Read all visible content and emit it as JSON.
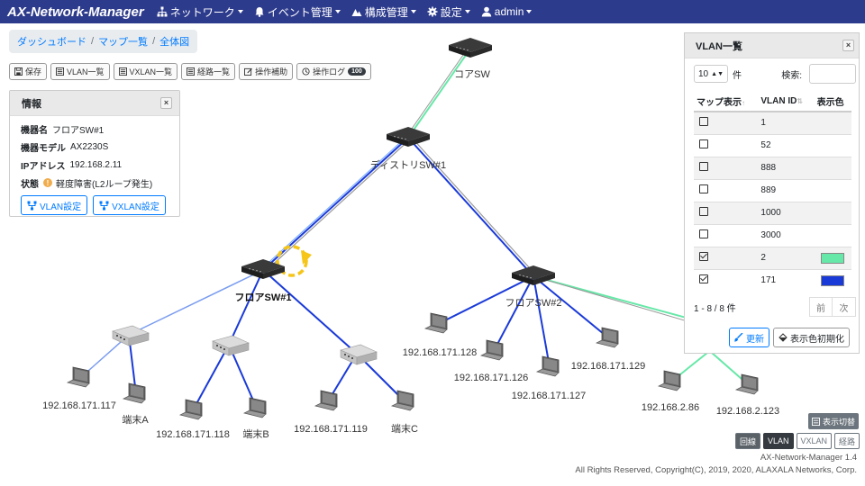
{
  "navbar": {
    "brand": "AX-Network-Manager",
    "items": [
      {
        "label": "ネットワーク",
        "icon": "sitemap-icon"
      },
      {
        "label": "イベント管理",
        "icon": "bell-icon"
      },
      {
        "label": "構成管理",
        "icon": "mountain-icon"
      },
      {
        "label": "設定",
        "icon": "gear-icon"
      },
      {
        "label": "admin",
        "icon": "user-icon"
      }
    ]
  },
  "breadcrumb": [
    "ダッシュボード",
    "マップ一覧",
    "全体図"
  ],
  "toolbar": [
    {
      "label": "保存",
      "icon": "save-icon"
    },
    {
      "label": "VLAN一覧",
      "icon": "list-icon"
    },
    {
      "label": "VXLAN一覧",
      "icon": "list-icon"
    },
    {
      "label": "経路一覧",
      "icon": "list-icon"
    },
    {
      "label": "操作補助",
      "icon": "edit-icon"
    },
    {
      "label": "操作ログ",
      "icon": "history-icon",
      "badge": "100"
    }
  ],
  "info": {
    "title": "情報",
    "close": "×",
    "rows": [
      {
        "key": "機器名",
        "value": "フロアSW#1"
      },
      {
        "key": "機器モデル",
        "value": "AX2230S"
      },
      {
        "key": "IPアドレス",
        "value": "192.168.2.11"
      },
      {
        "key": "状態",
        "value": "軽度障害(L2ループ発生)"
      }
    ],
    "warn_glyph": "!",
    "buttons": [
      "VLAN設定",
      "VXLAN設定"
    ]
  },
  "map": {
    "nodes": [
      {
        "label": "コアSW"
      },
      {
        "label": "ディストリSW#1"
      },
      {
        "label": "フロアSW#1"
      },
      {
        "label": "フロアSW#2"
      },
      {
        "label": "192.168.171.117"
      },
      {
        "label": "端末A"
      },
      {
        "label": "192.168.171.118"
      },
      {
        "label": "端末B"
      },
      {
        "label": "192.168.171.119"
      },
      {
        "label": "端末C"
      },
      {
        "label": "192.168.171.128"
      },
      {
        "label": "192.168.171.126"
      },
      {
        "label": "192.168.171.127"
      },
      {
        "label": "192.168.171.129"
      },
      {
        "label": "192.168.2.86"
      },
      {
        "label": "192.168.2.123"
      }
    ],
    "colors": {
      "vlan2": "#66e8a8",
      "vlan171": "#1a3ad8",
      "default_link": "#999999",
      "loop": "#f5c518"
    }
  },
  "vlan_panel": {
    "title": "VLAN一覧",
    "close": "×",
    "page_size": "10",
    "page_size_suffix": "件",
    "search_label": "検索:",
    "columns": [
      "マップ表示",
      "VLAN ID",
      "表示色"
    ],
    "rows": [
      {
        "checked": false,
        "id": "1",
        "color": ""
      },
      {
        "checked": false,
        "id": "52",
        "color": ""
      },
      {
        "checked": false,
        "id": "888",
        "color": ""
      },
      {
        "checked": false,
        "id": "889",
        "color": ""
      },
      {
        "checked": false,
        "id": "1000",
        "color": ""
      },
      {
        "checked": false,
        "id": "3000",
        "color": ""
      },
      {
        "checked": true,
        "id": "2",
        "color": "#66e8a8"
      },
      {
        "checked": true,
        "id": "171",
        "color": "#1a3ad8"
      }
    ],
    "pagination": "1 - 8 / 8 件",
    "prev": "前",
    "next": "次",
    "update": "更新",
    "reset": "表示色初期化"
  },
  "display_switch": "表示切替",
  "modes": [
    "回線",
    "VLAN",
    "VXLAN",
    "経路"
  ],
  "footer": {
    "line1": "AX-Network-Manager 1.4",
    "line2": "All Rights Reserved, Copyright(C), 2019, 2020, ALAXALA Networks, Corp."
  }
}
